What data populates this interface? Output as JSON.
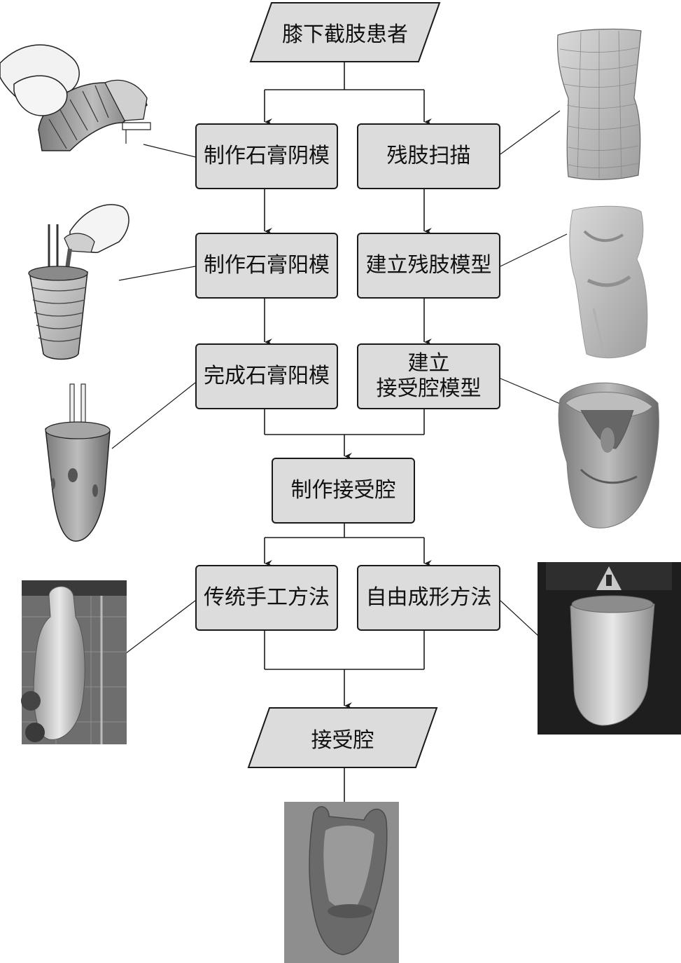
{
  "flow": {
    "start": "膝下截肢患者",
    "left1": "制作石膏阴模",
    "right1": "残肢扫描",
    "left2": "制作石膏阳模",
    "right2": "建立残肢模型",
    "left3": "完成石膏阳模",
    "right3_line1": "建立",
    "right3_line2": "接受腔模型",
    "middle": "制作接受腔",
    "left4": "传统手工方法",
    "right4": "自由成形方法",
    "end": "接受腔"
  },
  "colors": {
    "box_fill": "#dcdcdc",
    "stroke": "#1a1a1a",
    "text": "#111111"
  },
  "icons": [
    "hand-wrapping-bandage-image",
    "pouring-plaster-image",
    "plaster-positive-mold-image",
    "limb-scan-mesh-image",
    "limb-3d-model-image",
    "socket-3d-model-image",
    "handmade-socket-photo",
    "printed-socket-photo",
    "final-socket-photo"
  ]
}
